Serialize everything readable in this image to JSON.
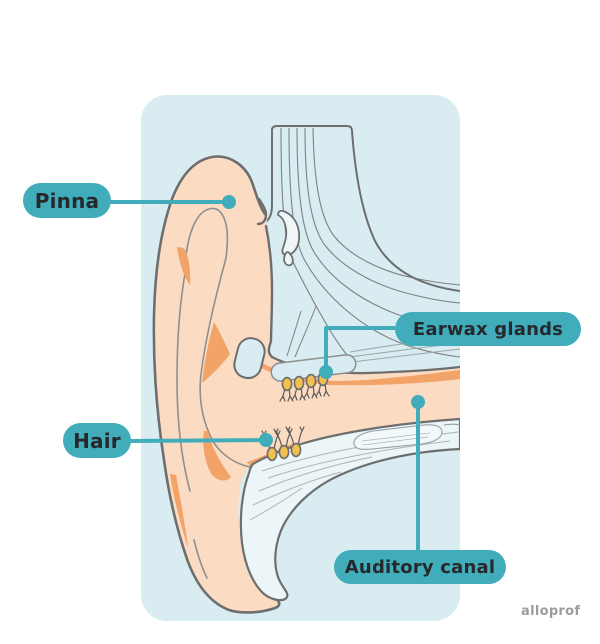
{
  "diagram": {
    "subject": "Cross-section of the outer ear",
    "labels": {
      "pinna": "Pinna",
      "earwax_glands": "Earwax glands",
      "hair": "Hair",
      "auditory_canal": "Auditory canal"
    },
    "watermark": "alloprof",
    "colors": {
      "panel_background": "#d8ecf1",
      "skin": "#fbdcc3",
      "skin_shading": "#f2a368",
      "gland_yellow": "#f2c04d",
      "cartilage": "#ecf5f8",
      "label_pill": "#41adbb",
      "label_text": "#26282c",
      "outline_gray": "#6e6e6e",
      "watermark_gray": "#9c9c9c"
    }
  }
}
